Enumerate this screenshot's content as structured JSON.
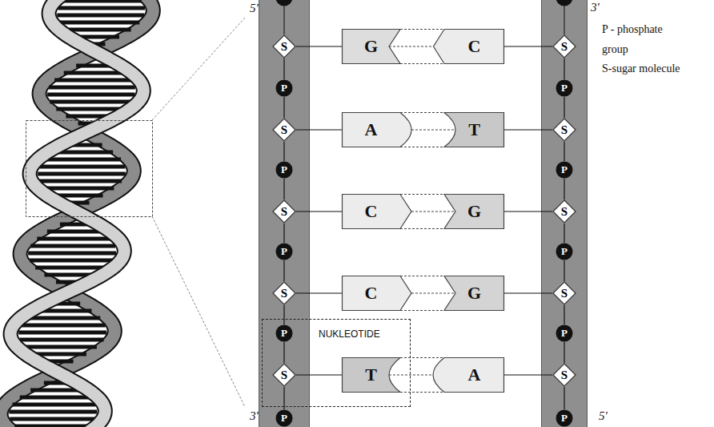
{
  "diagram": {
    "nodes": [
      {
        "text": [
          "S"
        ]
      },
      {
        "text": [
          "G"
        ]
      },
      {
        "text": [
          "C"
        ]
      },
      {
        "text": [
          "S"
        ]
      },
      {
        "text": [
          "P"
        ]
      },
      {
        "text": [
          "P"
        ]
      },
      {
        "text": [
          "S"
        ]
      },
      {
        "text": [
          "A"
        ]
      },
      {
        "text": [
          "T"
        ]
      },
      {
        "text": [
          "S"
        ]
      },
      {
        "text": [
          "P"
        ]
      },
      {
        "text": [
          "P"
        ]
      },
      {
        "text": [
          "S"
        ]
      },
      {
        "text": [
          "C"
        ]
      },
      {
        "text": [
          "G"
        ]
      },
      {
        "text": [
          "S"
        ]
      },
      {
        "text": [
          "P"
        ]
      },
      {
        "text": [
          "P"
        ]
      },
      {
        "text": [
          "S"
        ]
      },
      {
        "text": [
          "C"
        ]
      },
      {
        "text": [
          "G"
        ]
      },
      {
        "text": [
          "S"
        ]
      },
      {
        "text": [
          "NUKLEOTIDE"
        ]
      },
      {
        "text": [
          "P"
        ],
        "in": 22
      },
      {
        "text": [
          "P"
        ]
      },
      {
        "text": [
          "S"
        ],
        "in": 22
      },
      {
        "text": [
          "T"
        ],
        "in": 22
      },
      {
        "text": [
          "A"
        ]
      },
      {
        "text": [
          "S"
        ]
      },
      {
        "text": [
          "P"
        ]
      },
      {
        "text": [
          "P"
        ]
      }
    ],
    "edges": [
      {
        "from": 0,
        "to": 1,
        "arrow": "none"
      },
      {
        "from": 2,
        "to": 3,
        "arrow": "none"
      },
      {
        "from": 6,
        "to": 7,
        "arrow": "none"
      },
      {
        "from": 8,
        "to": 9,
        "arrow": "none"
      },
      {
        "from": 12,
        "to": 13,
        "arrow": "none"
      },
      {
        "from": 14,
        "to": 15,
        "arrow": "none"
      },
      {
        "from": 18,
        "to": 19,
        "arrow": "none"
      },
      {
        "from": 20,
        "to": 21,
        "arrow": "none"
      },
      {
        "from": 25,
        "to": 26,
        "arrow": "none"
      },
      {
        "from": 27,
        "to": 28,
        "arrow": "none"
      },
      {
        "from": 1,
        "to": 2,
        "arrow": "none"
      },
      {
        "from": 7,
        "to": 8,
        "arrow": "none"
      },
      {
        "from": 13,
        "to": 14,
        "arrow": "none"
      },
      {
        "from": 19,
        "to": 20,
        "arrow": "none"
      },
      {
        "from": 26,
        "to": 27,
        "arrow": "none"
      },
      {
        "from": 0,
        "to": 4,
        "arrow": "none"
      },
      {
        "from": 4,
        "to": 6,
        "arrow": "none"
      },
      {
        "from": 6,
        "to": 10,
        "arrow": "none"
      },
      {
        "from": 10,
        "to": 12,
        "arrow": "none"
      },
      {
        "from": 12,
        "to": 16,
        "arrow": "none"
      },
      {
        "from": 16,
        "to": 18,
        "arrow": "none"
      },
      {
        "from": 18,
        "to": 23,
        "arrow": "none"
      },
      {
        "from": 23,
        "to": 25,
        "arrow": "none"
      },
      {
        "from": 25,
        "to": 29,
        "arrow": "none"
      },
      {
        "from": 3,
        "to": 5,
        "arrow": "none"
      },
      {
        "from": 5,
        "to": 9,
        "arrow": "none"
      },
      {
        "from": 9,
        "to": 11,
        "arrow": "none"
      },
      {
        "from": 11,
        "to": 15,
        "arrow": "none"
      },
      {
        "from": 15,
        "to": 17,
        "arrow": "none"
      },
      {
        "from": 17,
        "to": 21,
        "arrow": "none"
      },
      {
        "from": 21,
        "to": 24,
        "arrow": "none"
      },
      {
        "from": 24,
        "to": 28,
        "arrow": "none"
      },
      {
        "from": 28,
        "to": 30,
        "arrow": "none"
      }
    ],
    "labels": [
      "5'",
      "3'",
      "P - phosphate group",
      "S-sugar molecule",
      "3'",
      "5'"
    ]
  }
}
